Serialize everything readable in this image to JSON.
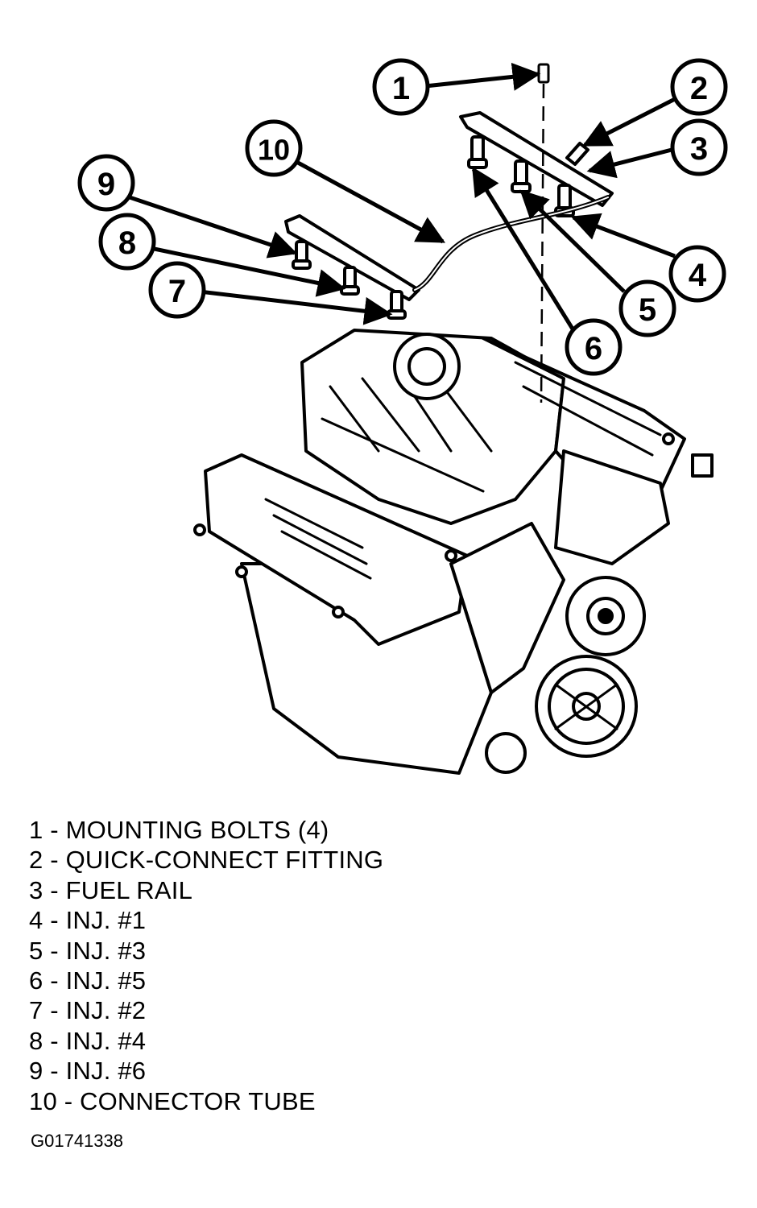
{
  "callouts": [
    "1",
    "2",
    "3",
    "4",
    "5",
    "6",
    "7",
    "8",
    "9",
    "10"
  ],
  "legend": [
    "1 - MOUNTING BOLTS (4)",
    "2 - QUICK-CONNECT FITTING",
    "3 - FUEL RAIL",
    "4 - INJ. #1",
    "5 - INJ. #3",
    "6 - INJ. #5",
    "7 - INJ. #2",
    "8 - INJ. #4",
    "9 - INJ. #6",
    "10 - CONNECTOR TUBE"
  ],
  "figure_id": "G01741338",
  "colors": {
    "ink": "#000000",
    "paper": "#ffffff"
  }
}
